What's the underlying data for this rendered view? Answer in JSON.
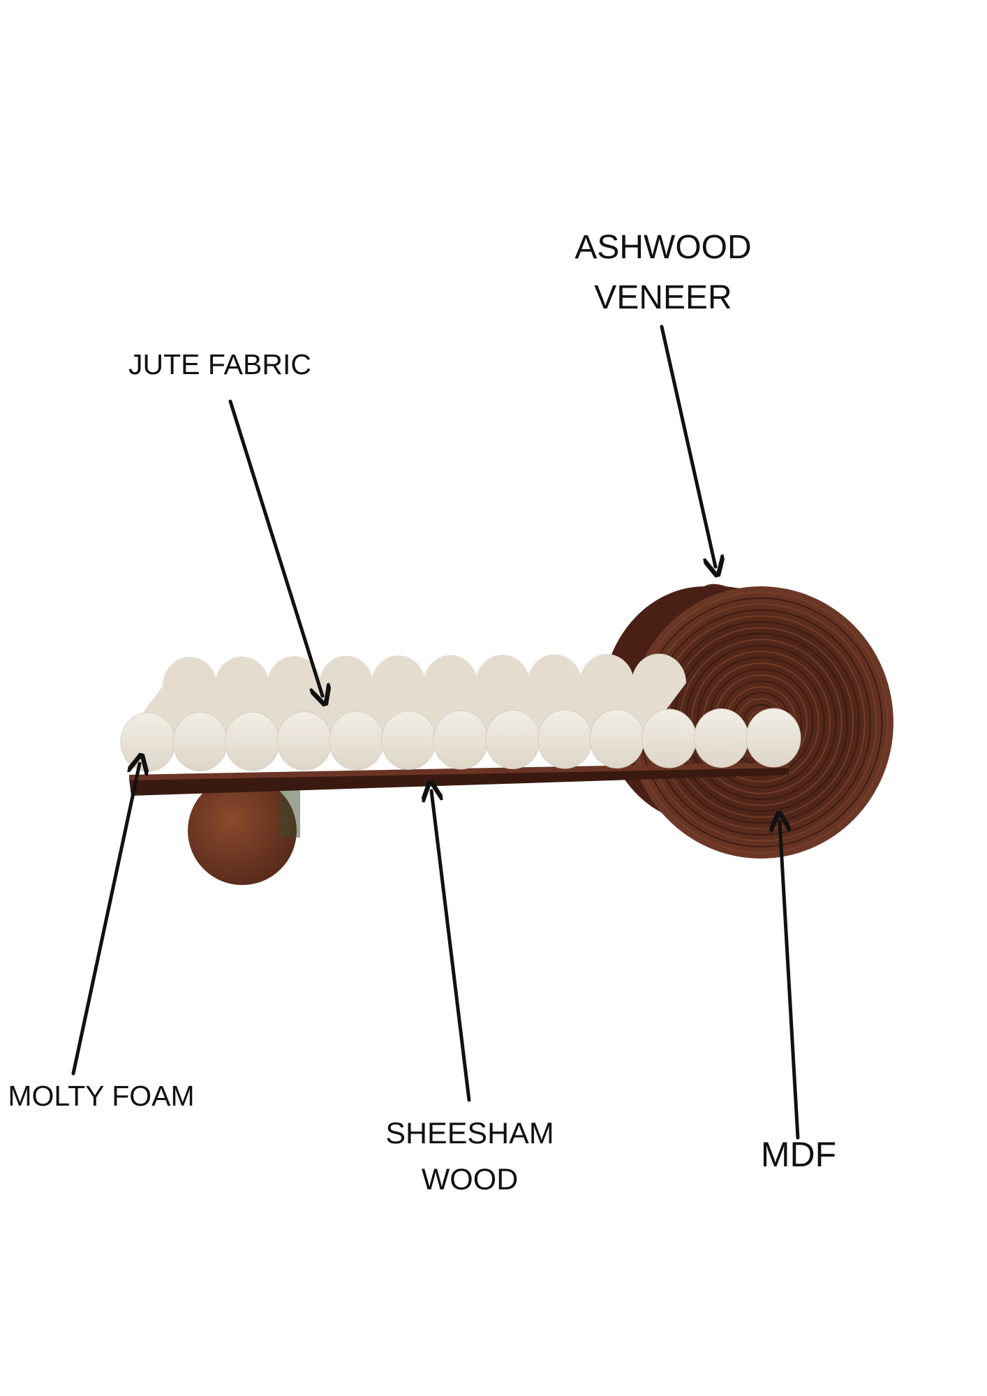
{
  "labels": {
    "ashwood_line1": "ASHWOOD",
    "ashwood_line2": "VENEER",
    "jute": "JUTE FABRIC",
    "molty": "MOLTY FOAM",
    "sheesham_line1": "SHEESHAM",
    "sheesham_line2": "WOOD",
    "mdf": "MDF"
  },
  "product": {
    "bolster_count": 13
  },
  "colors": {
    "fabric": "#ebe6dc",
    "wood_dark": "#4a2418",
    "wood_mid": "#6b3525",
    "ink": "#111111"
  }
}
